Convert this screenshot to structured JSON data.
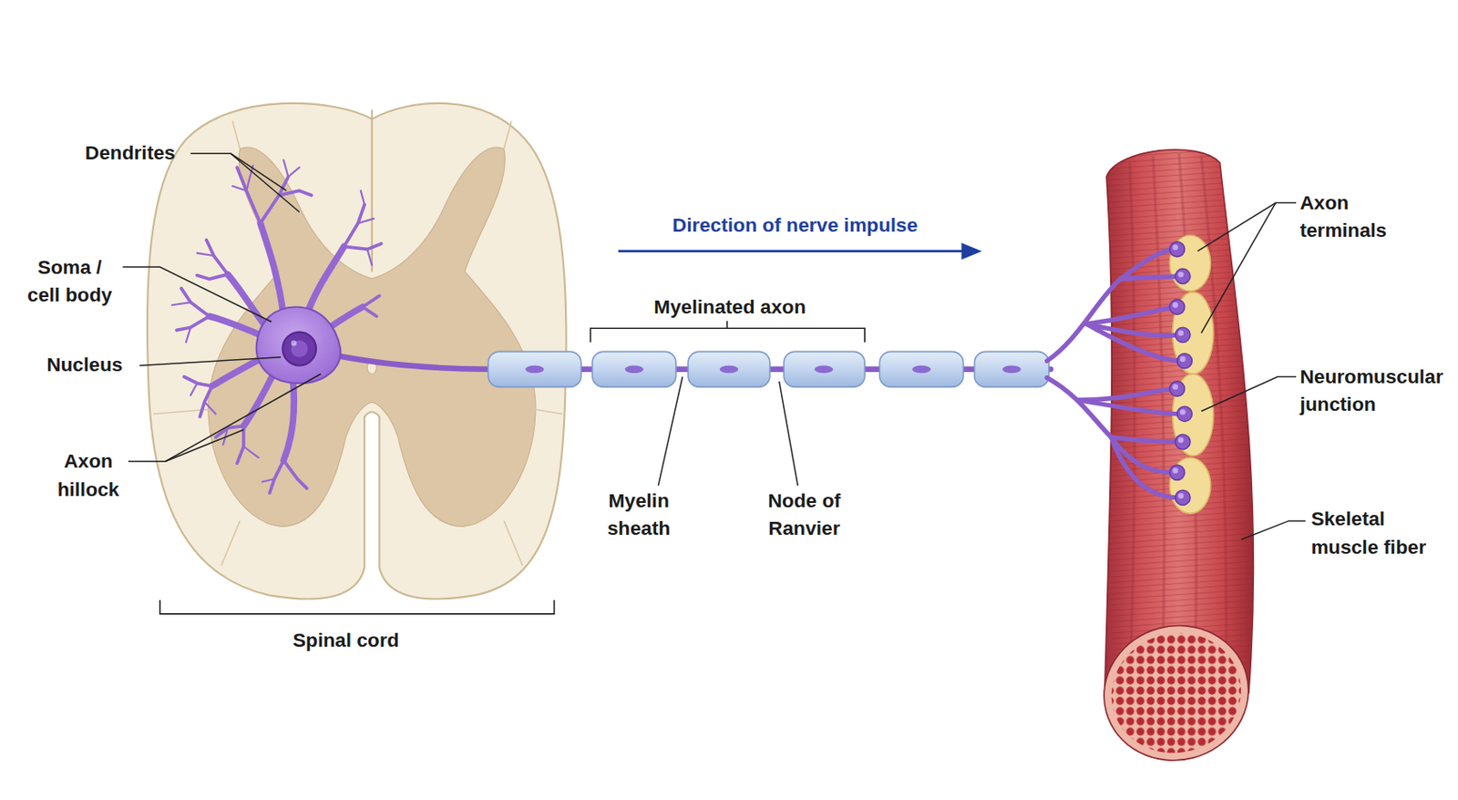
{
  "diagram": {
    "labels": [
      "Dendrites",
      "Soma / cell body",
      "Nucleus",
      "Axon hillock",
      "Direction of nerve impulse",
      "Myelinated axon",
      "Myelin sheath",
      "Node of Ranvier",
      "Spinal cord",
      "Axon terminals",
      "Neuromuscular junction",
      "Skeletal muscle fiber"
    ]
  }
}
